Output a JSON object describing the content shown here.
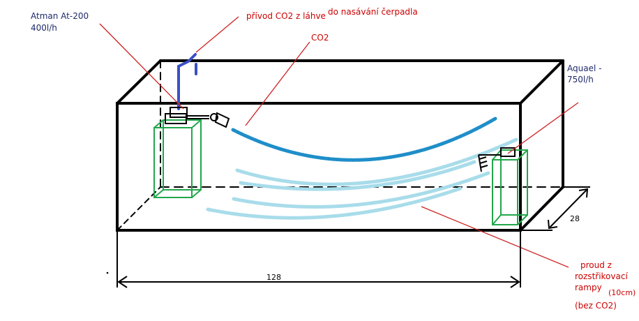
{
  "labels": {
    "atman_l1": "Atman At-200",
    "atman_l2": "400l/h",
    "privod": "přívod CO2 z láhve",
    "nasavani": "do nasávání čerpadla",
    "co2": "CO2",
    "aquael_l1": "Aquael -",
    "aquael_l2": "750l/h",
    "proud_l1": "proud z",
    "proud_l2": "rozstřikovací",
    "proud_l3": "rampy",
    "proud_size": "(10cm)",
    "proud_note": "(bez CO2)",
    "dim_length": "128",
    "dim_depth": "28"
  },
  "colors": {
    "outline": "#000000",
    "annotation_line": "#cc2222",
    "filter": "#22a64a",
    "co2_tube": "#3b4fc4",
    "co2_stream": "#1f8ec9",
    "water_flow": "#a8dcea"
  }
}
